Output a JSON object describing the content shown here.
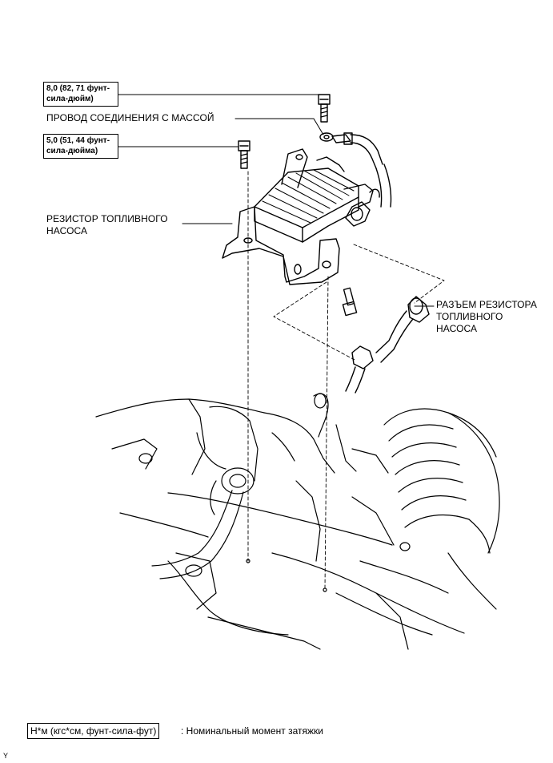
{
  "torque_labels": [
    {
      "line1": "8,0 (82, 71 фунт-",
      "line2": "сила-дюйм)"
    },
    {
      "line1": "5,0 (51, 44 фунт-",
      "line2": "сила-дюйма)"
    }
  ],
  "callouts": {
    "ground_wire": "ПРОВОД СОЕДИНЕНИЯ С МАССОЙ",
    "resistor_line1": "РЕЗИСТОР ТОПЛИВНОГО",
    "resistor_line2": "НАСОСА",
    "connector_line1": "РАЗЪЕМ РЕЗИСТОРА",
    "connector_line2": "ТОПЛИВНОГО",
    "connector_line3": "НАСОСА"
  },
  "legend": {
    "box": "Н*м (кгс*см, фунт-сила-фут)",
    "text": ": Номинальный момент затяжки"
  },
  "corner_mark": "Y"
}
